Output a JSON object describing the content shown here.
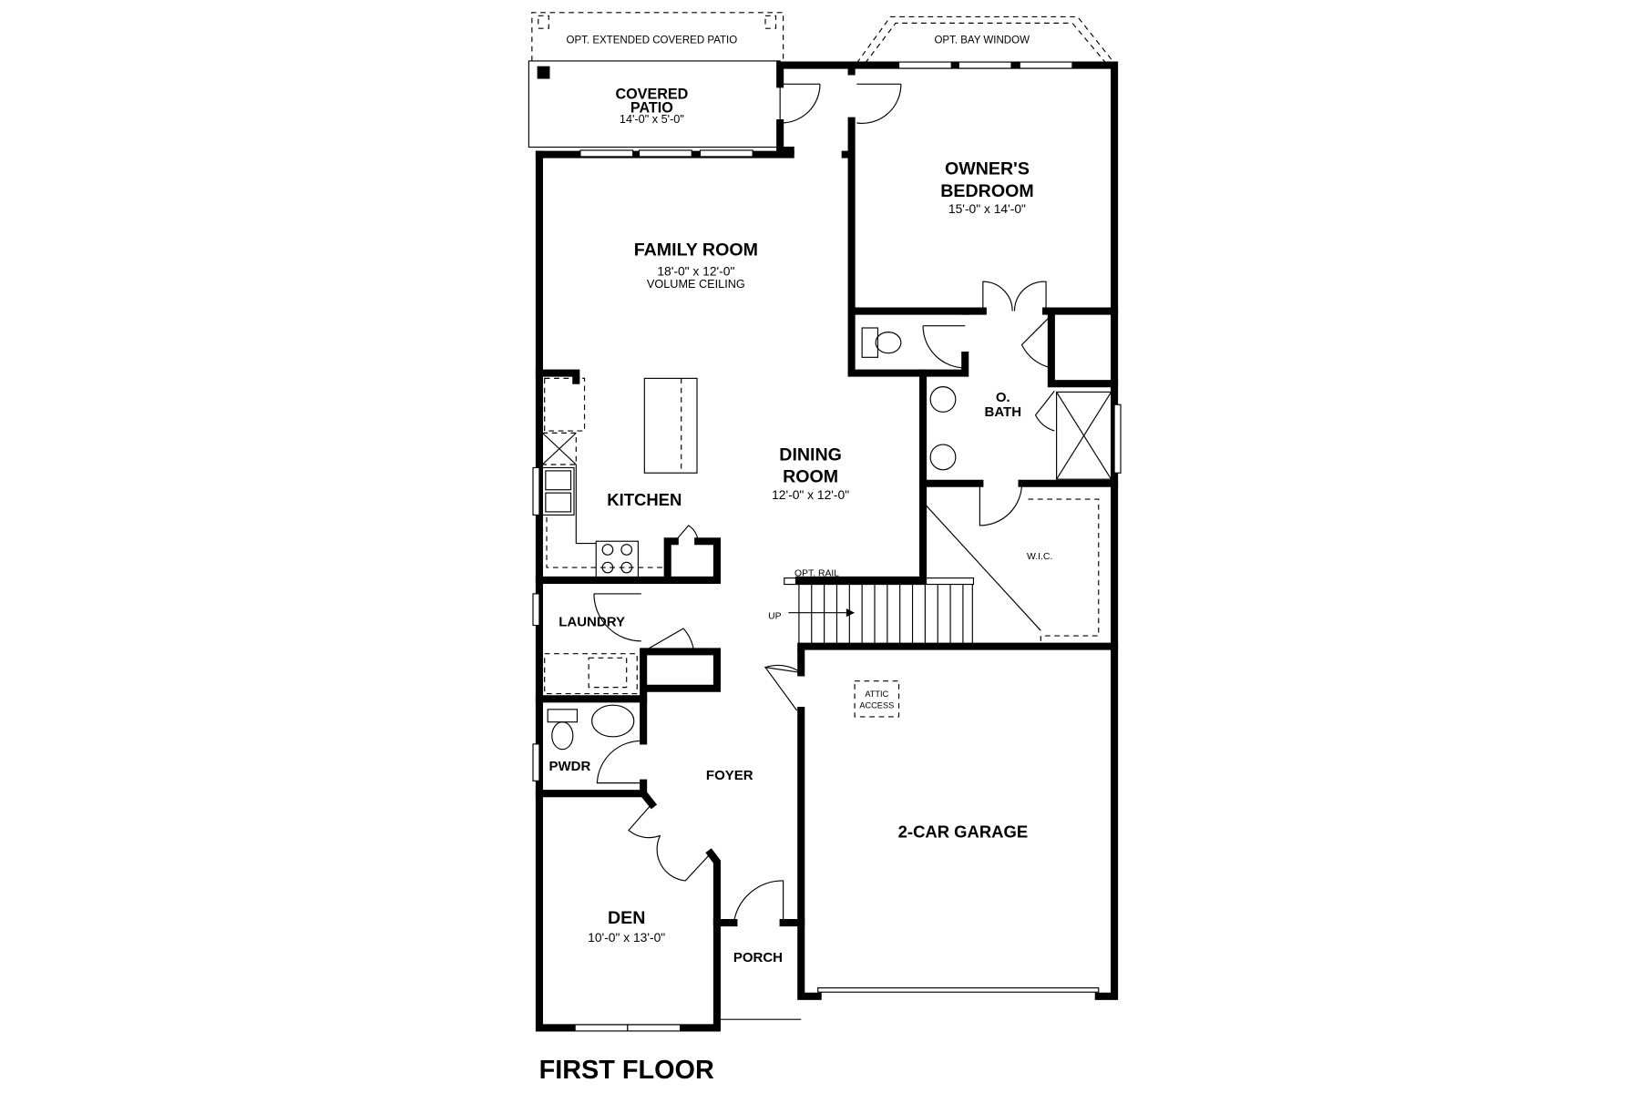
{
  "plan": {
    "title": "FIRST FLOOR",
    "rooms": {
      "opt_patio": {
        "name": "OPT. EXTENDED COVERED PATIO"
      },
      "opt_bay": {
        "name": "OPT. BAY WINDOW"
      },
      "patio": {
        "name1": "COVERED",
        "name2": "PATIO",
        "size": "14'-0\" x 5'-0\""
      },
      "owner": {
        "name1": "OWNER'S",
        "name2": "BEDROOM",
        "size": "15'-0\" x 14'-0\""
      },
      "family": {
        "name": "FAMILY ROOM",
        "size": "18'-0\" x 12'-0\"",
        "note": "VOLUME CEILING"
      },
      "bath": {
        "name1": "O.",
        "name2": "BATH"
      },
      "dining": {
        "name1": "DINING",
        "name2": "ROOM",
        "size": "12'-0\" x 12'-0\""
      },
      "kitchen": {
        "name": "KITCHEN"
      },
      "wic": {
        "name": "W.I.C."
      },
      "rail": {
        "name": "OPT. RAIL"
      },
      "up": {
        "name": "UP"
      },
      "laundry": {
        "name": "LAUNDRY"
      },
      "attic": {
        "name1": "ATTIC",
        "name2": "ACCESS"
      },
      "pwdr": {
        "name": "PWDR"
      },
      "foyer": {
        "name": "FOYER"
      },
      "garage": {
        "name": "2-CAR GARAGE"
      },
      "den": {
        "name": "DEN",
        "size": "10'-0\" x 13'-0\""
      },
      "porch": {
        "name": "PORCH"
      }
    }
  }
}
